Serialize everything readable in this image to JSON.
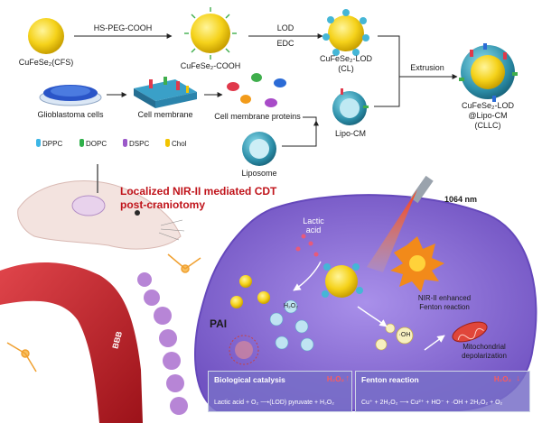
{
  "labels": {
    "cfs": "CuFeSe₂(CFS)",
    "cfs_cooh": "CuFeSe₂-COOH",
    "hs_peg": "HS-PEG-COOH",
    "lod": "LOD",
    "edc": "EDC",
    "cl_line1": "CuFeSe₂-LOD",
    "cl_line2": "(CL)",
    "extrusion": "Extrusion",
    "cllc_line1": "CuFeSe₂-LOD",
    "cllc_line2": "@Lipo-CM",
    "cllc_line3": "(CLLC)",
    "glioblastoma": "Glioblastoma cells",
    "cell_membrane": "Cell membrane",
    "cm_proteins": "Cell membrane proteins",
    "lipo_cm": "Lipo-CM",
    "liposome": "Liposome",
    "title_line1": "Localized NIR-II mediated CDT",
    "title_line2": "post-craniotomy",
    "laser": "1064 nm",
    "lactic_line1": "Lactic",
    "lactic_line2": "acid",
    "pai": "PAI",
    "bbb": "BBB",
    "nir_line1": "NIR-II enhanced",
    "nir_line2": "Fenton reaction",
    "mito_line1": "Mitochondrial",
    "mito_line2": "depolarization",
    "oh": "·OH",
    "h2o2": "H₂O₂"
  },
  "legend": [
    {
      "name": "DPPC",
      "color": "#3cb6e6"
    },
    {
      "name": "DOPC",
      "color": "#2fb04a"
    },
    {
      "name": "DSPC",
      "color": "#9b59c9"
    },
    {
      "name": "Chol",
      "color": "#f2c400"
    }
  ],
  "bio_box": {
    "title": "Biological catalysis",
    "h2o2": "H₂O₂",
    "equation": "Lactic acid + O₂ ⟶(LOD) pyruvate + H₂O₂"
  },
  "fenton_box": {
    "title": "Fenton reaction",
    "h2o2": "H₂O₂",
    "equation": "Cu⁺ + 2H₂O₂ ⟶ Cu²⁺ + HO⁻ + ·OH + 2H₂O₂ + O₂"
  },
  "colors": {
    "title_red": "#c0141b",
    "cell_purple": "#8a6ad0",
    "np_gold": "#f5d21a",
    "membrane_teal": "#2c8ea8",
    "vessel_red": "#c81e28"
  }
}
